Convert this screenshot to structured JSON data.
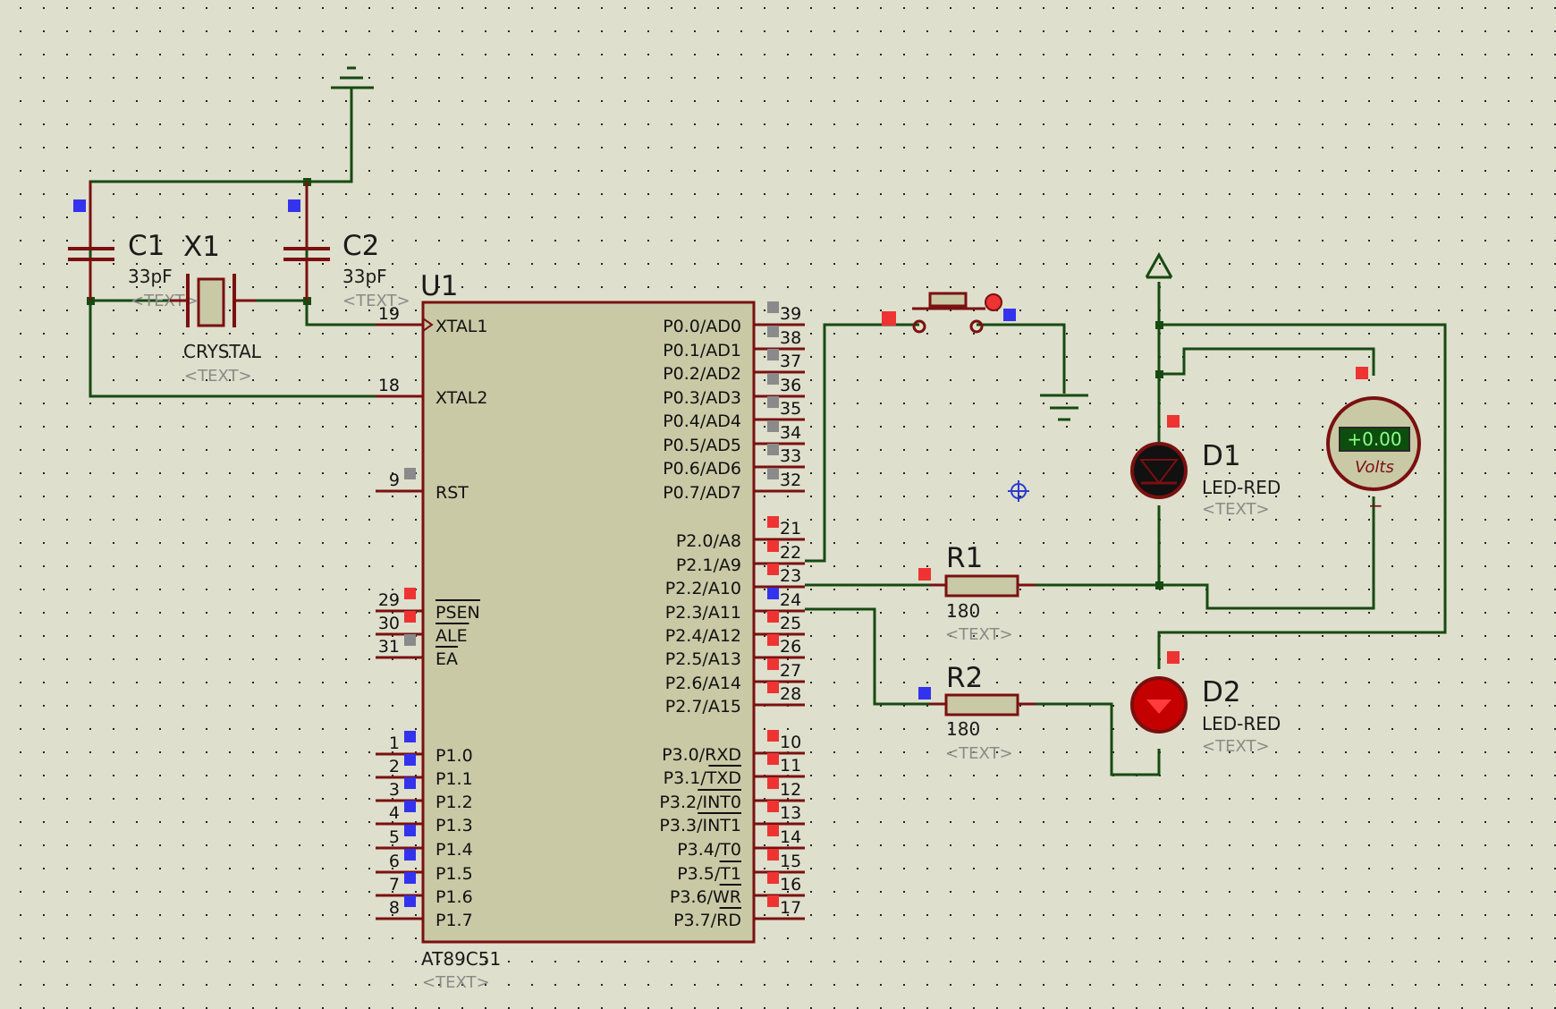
{
  "colors": {
    "background": "#dedfcc",
    "grid_dot": "#242424",
    "wire": "#174a12",
    "component_outline": "#7a1010",
    "component_fill": "#c9c9a6",
    "state_high": "#ee3333",
    "state_low": "#3333ee",
    "state_float": "#8a8a8a",
    "led_on": "#c40000",
    "led_off": "#111111"
  },
  "icons": {
    "ground": "ground-icon",
    "power": "power-arrow-icon",
    "origin_marker": "crosshair-icon",
    "junction": "junction-dot-icon"
  },
  "components": {
    "c1": {
      "ref": "C1",
      "value": "33pF",
      "text": "<TEXT>"
    },
    "c2": {
      "ref": "C2",
      "value": "33pF",
      "text": "<TEXT>"
    },
    "x1": {
      "ref": "X1",
      "value": "CRYSTAL",
      "text": "<TEXT>"
    },
    "u1": {
      "ref": "U1",
      "value": "AT89C51",
      "text": "<TEXT>"
    },
    "r1": {
      "ref": "R1",
      "value": "180",
      "text": "<TEXT>"
    },
    "r2": {
      "ref": "R2",
      "value": "180",
      "text": "<TEXT>"
    },
    "d1": {
      "ref": "D1",
      "value": "LED-RED",
      "text": "<TEXT>"
    },
    "d2": {
      "ref": "D2",
      "value": "LED-RED",
      "text": "<TEXT>"
    },
    "voltmeter": {
      "reading": "+0.00",
      "unit": "Volts",
      "minus": "−"
    }
  },
  "u1_left_pins": [
    {
      "name": "XTAL1",
      "num": "19",
      "state": "none",
      "clock": true
    },
    {
      "name": "XTAL2",
      "num": "18",
      "state": "none"
    },
    {
      "name": "RST",
      "num": "9",
      "state": "float"
    },
    {
      "name": "PSEN",
      "num": "29",
      "state": "high",
      "overline": true
    },
    {
      "name": "ALE",
      "num": "30",
      "state": "high",
      "overline": true
    },
    {
      "name": "EA",
      "num": "31",
      "state": "float",
      "overline": true
    },
    {
      "name": "P1.0",
      "num": "1",
      "state": "low"
    },
    {
      "name": "P1.1",
      "num": "2",
      "state": "low"
    },
    {
      "name": "P1.2",
      "num": "3",
      "state": "low"
    },
    {
      "name": "P1.3",
      "num": "4",
      "state": "low"
    },
    {
      "name": "P1.4",
      "num": "5",
      "state": "low"
    },
    {
      "name": "P1.5",
      "num": "6",
      "state": "low"
    },
    {
      "name": "P1.6",
      "num": "7",
      "state": "low"
    },
    {
      "name": "P1.7",
      "num": "8",
      "state": "low"
    }
  ],
  "u1_right_pins": [
    {
      "name": "P0.0/AD0",
      "num": "39",
      "state": "float"
    },
    {
      "name": "P0.1/AD1",
      "num": "38",
      "state": "float"
    },
    {
      "name": "P0.2/AD2",
      "num": "37",
      "state": "float"
    },
    {
      "name": "P0.3/AD3",
      "num": "36",
      "state": "float"
    },
    {
      "name": "P0.4/AD4",
      "num": "35",
      "state": "float"
    },
    {
      "name": "P0.5/AD5",
      "num": "34",
      "state": "float"
    },
    {
      "name": "P0.6/AD6",
      "num": "33",
      "state": "float"
    },
    {
      "name": "P0.7/AD7",
      "num": "32",
      "state": "float"
    },
    {
      "name": "P2.0/A8",
      "num": "21",
      "state": "high"
    },
    {
      "name": "P2.1/A9",
      "num": "22",
      "state": "high"
    },
    {
      "name": "P2.2/A10",
      "num": "23",
      "state": "high"
    },
    {
      "name": "P2.3/A11",
      "num": "24",
      "state": "low"
    },
    {
      "name": "P2.4/A12",
      "num": "25",
      "state": "high"
    },
    {
      "name": "P2.5/A13",
      "num": "26",
      "state": "high"
    },
    {
      "name": "P2.6/A14",
      "num": "27",
      "state": "high"
    },
    {
      "name": "P2.7/A15",
      "num": "28",
      "state": "high"
    },
    {
      "name": "P3.0/RXD",
      "num": "10",
      "state": "high"
    },
    {
      "name": "P3.1/TXD",
      "num": "11",
      "state": "high",
      "overline_text": "TXD"
    },
    {
      "name": "P3.2/INT0",
      "num": "12",
      "state": "high",
      "overline_text": "INT0"
    },
    {
      "name": "P3.3/INT1",
      "num": "13",
      "state": "high",
      "overline_text": "INT1"
    },
    {
      "name": "P3.4/T0",
      "num": "14",
      "state": "high"
    },
    {
      "name": "P3.5/T1",
      "num": "15",
      "state": "high",
      "overline_text": "T1"
    },
    {
      "name": "P3.6/WR",
      "num": "16",
      "state": "high",
      "overline_text": "WR"
    },
    {
      "name": "P3.7/RD",
      "num": "17",
      "state": "high",
      "overline_text": "RD"
    }
  ]
}
